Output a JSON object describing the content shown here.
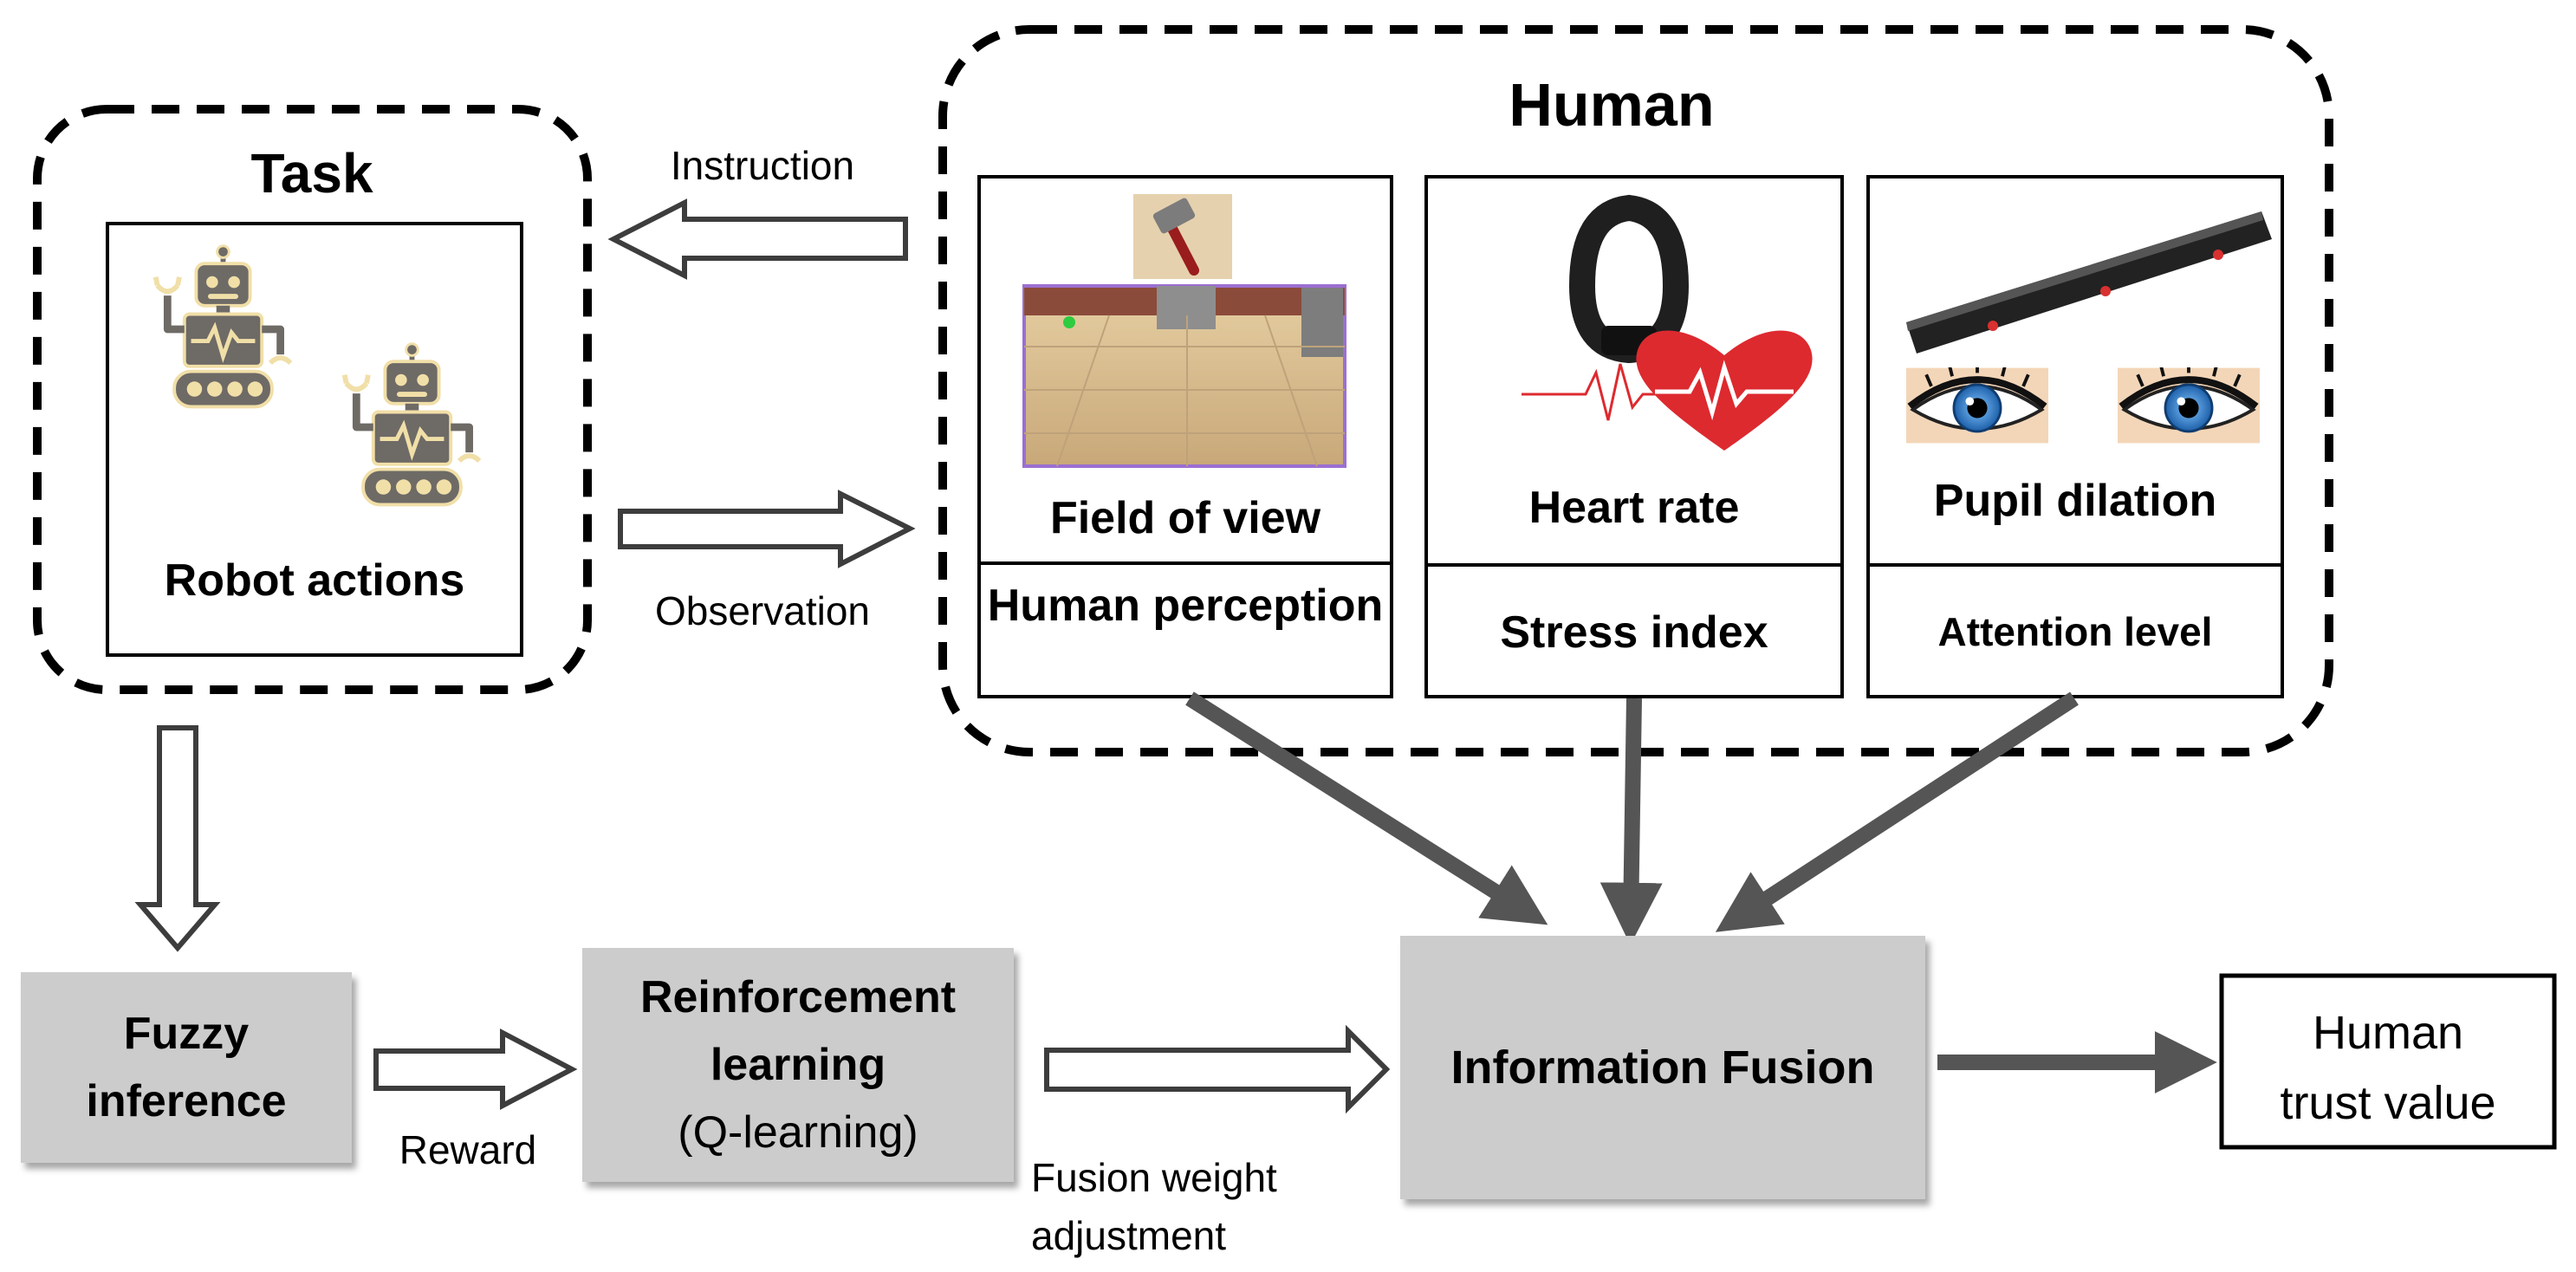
{
  "task": {
    "title": "Task",
    "robot_label": "Robot actions"
  },
  "human": {
    "title": "Human",
    "panels": [
      {
        "caption": "Field of view",
        "measure": "Human perception"
      },
      {
        "caption": "Heart rate",
        "measure": "Stress index"
      },
      {
        "caption": "Pupil dilation",
        "measure": "Attention level"
      }
    ]
  },
  "arrows": {
    "instruction": "Instruction",
    "observation": "Observation",
    "reward": "Reward",
    "fusion_weight_line1": "Fusion weight",
    "fusion_weight_line2": "adjustment"
  },
  "boxes": {
    "fuzzy_line1": "Fuzzy",
    "fuzzy_line2": "inference",
    "rl_line1": "Reinforcement",
    "rl_line2": "learning",
    "rl_line3": "(Q-learning)",
    "fusion": "Information Fusion",
    "output_line1": "Human",
    "output_line2": "trust value"
  },
  "icons": [
    "robot-icon",
    "hammer-icon",
    "virtual-floor-scene-icon",
    "fitness-band-icon",
    "heart-ecg-icon",
    "eye-tracker-bar-icon",
    "eye-icon"
  ],
  "colors": {
    "grey_box": "#cccccc",
    "arrow_solid": "#555555",
    "robot_body": "#6e6a66",
    "robot_outline": "#f1dfa8",
    "heart": "#dd2a2f",
    "iris": "#2a7fd0"
  }
}
